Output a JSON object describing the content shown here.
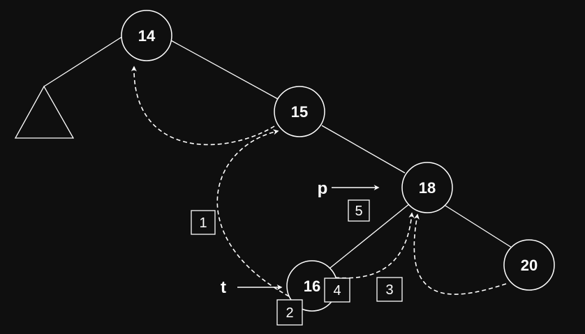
{
  "nodes": {
    "n14": "14",
    "n15": "15",
    "n18": "18",
    "n16": "16",
    "n20": "20"
  },
  "pointers": {
    "p": "p",
    "t": "t"
  },
  "steps": {
    "s1": "1",
    "s2": "2",
    "s3": "3",
    "s4": "4",
    "s5": "5"
  },
  "colors": {
    "background": "#0f0f0f",
    "foreground": "#ffffff"
  }
}
